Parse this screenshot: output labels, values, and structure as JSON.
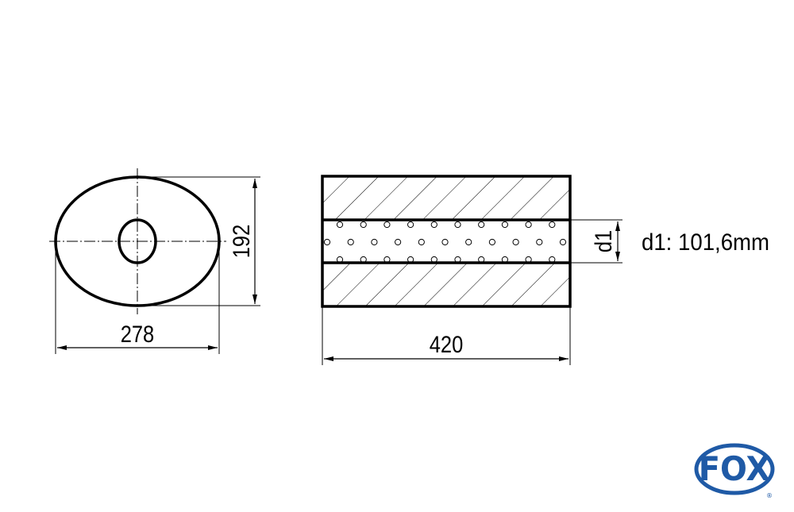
{
  "front_view": {
    "width_dim": "278",
    "height_dim": "192"
  },
  "side_view": {
    "length_dim": "420",
    "pipe_dim_label": "d1"
  },
  "spec": {
    "d1_label": "d1: 101,6mm"
  },
  "logo": {
    "text": "FOX",
    "registered": "®",
    "color": "#1f5aa6"
  },
  "perforation": {
    "rows": 3,
    "holes_outer_rows": 10,
    "holes_middle_row": 11
  }
}
